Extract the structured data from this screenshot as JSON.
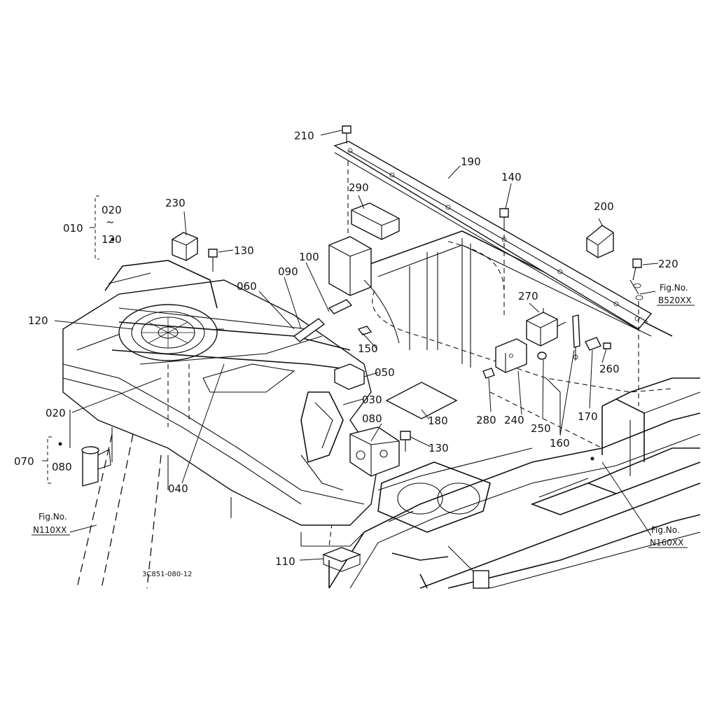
{
  "parts": {
    "p010": "010",
    "p020a": "020",
    "tilde": "~",
    "p120a": "120",
    "p230": "230",
    "p130a": "130",
    "p120": "120",
    "p020": "020",
    "p070": "070",
    "p080a": "080",
    "p040": "040",
    "p060": "060",
    "p090": "090",
    "p100": "100",
    "p150": "150",
    "p050": "050",
    "p030": "030",
    "p080": "080",
    "p180": "180",
    "p130b": "130",
    "p110": "110",
    "p210": "210",
    "p290": "290",
    "p190": "190",
    "p140": "140",
    "p200": "200",
    "p220": "220",
    "p270": "270",
    "p260": "260",
    "p280": "280",
    "p240": "240",
    "p250": "250",
    "p160": "160",
    "p170": "170"
  },
  "refs": {
    "b520": {
      "fig": "Fig.No.",
      "no": "B520XX"
    },
    "n110": {
      "fig": "Fig.No.",
      "no": "N110XX"
    },
    "n160": {
      "fig": "Fig.No.",
      "no": "N160XX"
    }
  },
  "drawing_code": "3C851-080-12"
}
